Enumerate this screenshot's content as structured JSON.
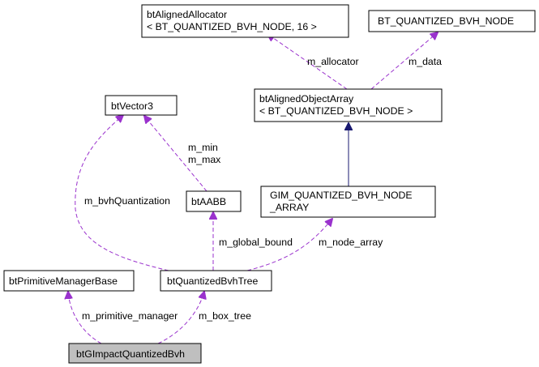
{
  "colors": {
    "usage_edge": "#9a32cd",
    "inheritance_edge": "#191970",
    "focus_node_fill": "#bfbfbf",
    "node_fill": "#ffffff",
    "node_border": "#000000"
  },
  "nodes": {
    "btAlignedAllocator": {
      "lines": [
        "btAlignedAllocator",
        "< BT_QUANTIZED_BVH_NODE, 16 >"
      ]
    },
    "BT_QUANTIZED_BVH_NODE": {
      "lines": [
        "BT_QUANTIZED_BVH_NODE"
      ]
    },
    "btAlignedObjectArray": {
      "lines": [
        "btAlignedObjectArray",
        "< BT_QUANTIZED_BVH_NODE >"
      ]
    },
    "btVector3": {
      "lines": [
        "btVector3"
      ]
    },
    "btAABB": {
      "lines": [
        "btAABB"
      ]
    },
    "GIM_QUANTIZED_BVH_NODE_ARRAY": {
      "lines": [
        "GIM_QUANTIZED_BVH_NODE",
        "_ARRAY"
      ]
    },
    "btPrimitiveManagerBase": {
      "lines": [
        "btPrimitiveManagerBase"
      ]
    },
    "btQuantizedBvhTree": {
      "lines": [
        "btQuantizedBvhTree"
      ]
    },
    "btGImpactQuantizedBvh": {
      "lines": [
        "btGImpactQuantizedBvh"
      ]
    }
  },
  "edges": {
    "m_allocator": [
      "m_allocator"
    ],
    "m_data": [
      "m_data"
    ],
    "m_min_max": [
      "m_min",
      "m_max"
    ],
    "m_bvhQuantization": [
      "m_bvhQuantization"
    ],
    "m_global_bound": [
      "m_global_bound"
    ],
    "m_node_array": [
      "m_node_array"
    ],
    "m_primitive_manager": [
      "m_primitive_manager"
    ],
    "m_box_tree": [
      "m_box_tree"
    ]
  }
}
